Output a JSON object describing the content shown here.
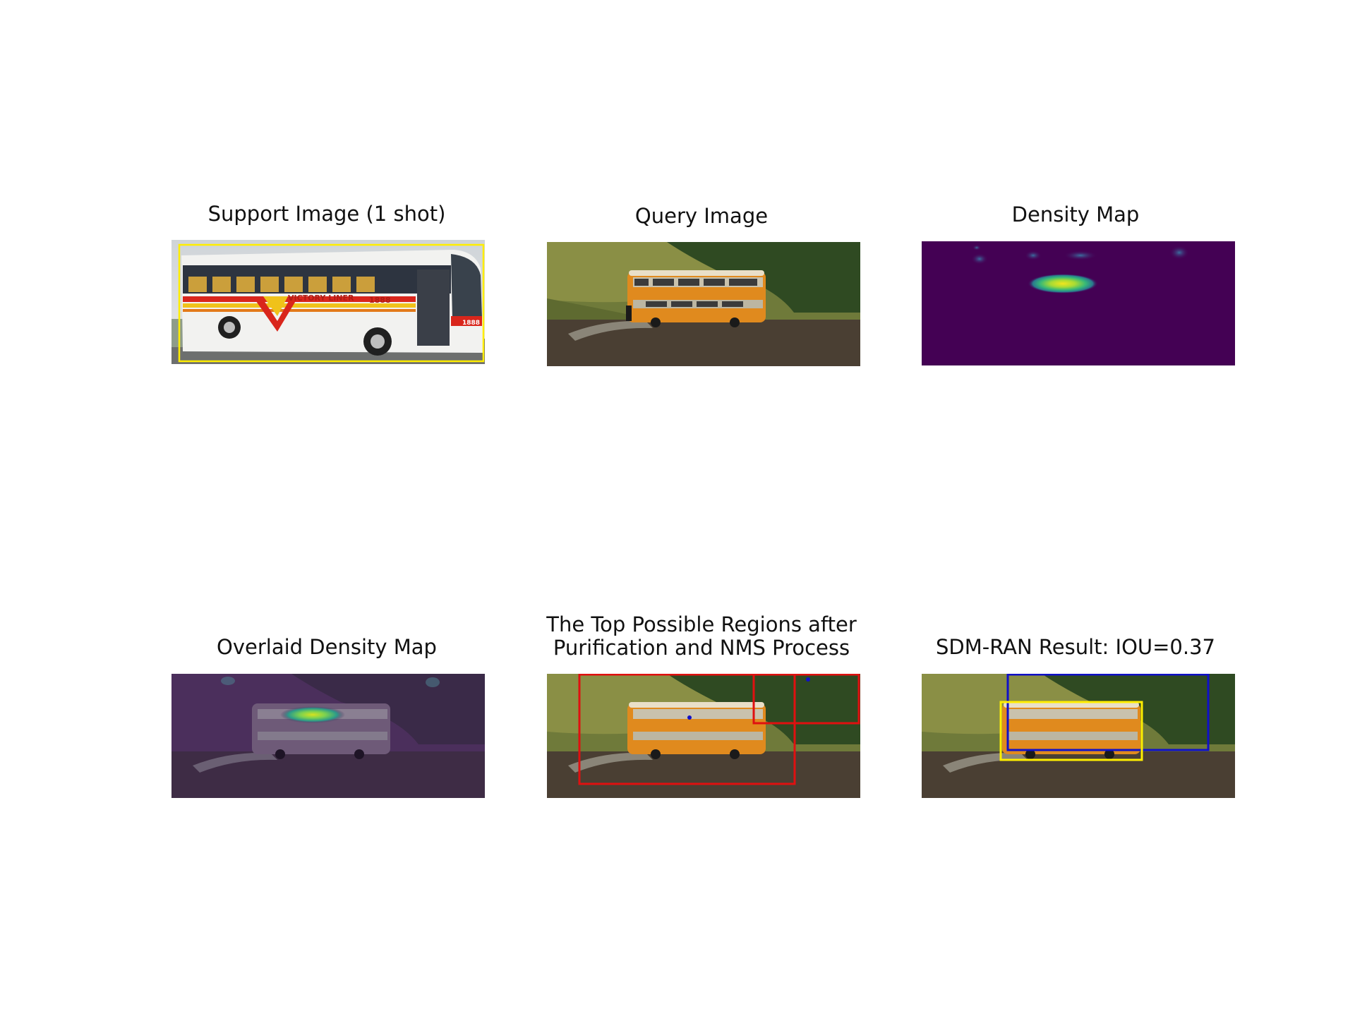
{
  "figure": {
    "panels": [
      {
        "id": "support",
        "title": "Support Image (1 shot)"
      },
      {
        "id": "query",
        "title": "Query Image"
      },
      {
        "id": "density",
        "title": "Density Map"
      },
      {
        "id": "overlay",
        "title": "Overlaid Density Map"
      },
      {
        "id": "regions",
        "title": "The Top Possible Regions after\nPurification and NMS Process"
      },
      {
        "id": "result",
        "title": "SDM-RAN Result: IOU=0.37"
      }
    ],
    "support_bus_text": {
      "line": "VICTORY LINER",
      "number": "1888",
      "front_number": "1888"
    },
    "colors": {
      "support_box": "#ffee00",
      "candidate_box": "#e01010",
      "prediction_box": "#1010c8",
      "ground_truth_box": "#ffee00",
      "density_background": "#440154"
    }
  }
}
